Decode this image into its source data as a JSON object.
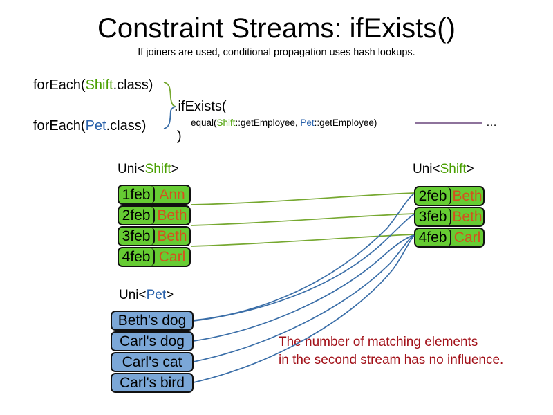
{
  "slide": {
    "title": "Constraint Streams: ifExists()",
    "subtitle": "If joiners are used, conditional propagation uses hash lookups."
  },
  "code": {
    "foreach_shift": {
      "prefix": "forEach(",
      "type": "Shift",
      "suffix": ".class)"
    },
    "foreach_pet": {
      "prefix": "forEach(",
      "type": "Pet",
      "suffix": ".class)"
    },
    "if_exists": ".ifExists(",
    "close_paren": ")",
    "equal": {
      "prefix": "equal(",
      "type_a": "Shift",
      "mid": "::getEmployee, ",
      "type_b": "Pet",
      "suffix": "::getEmployee)"
    },
    "ellipsis": "…"
  },
  "streams": {
    "left_shift": {
      "label_prefix": "Uni<",
      "label_type": "Shift",
      "label_suffix": ">",
      "rows": [
        {
          "date": "1feb",
          "name": "Ann"
        },
        {
          "date": "2feb",
          "name": "Beth"
        },
        {
          "date": "3feb",
          "name": "Beth"
        },
        {
          "date": "4feb",
          "name": "Carl"
        }
      ]
    },
    "right_shift": {
      "label_prefix": "Uni<",
      "label_type": "Shift",
      "label_suffix": ">",
      "rows": [
        {
          "date": "2feb",
          "name": "Beth"
        },
        {
          "date": "3feb",
          "name": "Beth"
        },
        {
          "date": "4feb",
          "name": "Carl"
        }
      ]
    },
    "pet": {
      "label_prefix": "Uni<",
      "label_type": "Pet",
      "label_suffix": ">",
      "rows": [
        {
          "text": "Beth's dog"
        },
        {
          "text": "Carl's dog"
        },
        {
          "text": "Carl's cat"
        },
        {
          "text": "Carl's bird"
        }
      ]
    }
  },
  "annotation": {
    "line1": "The number of matching elements",
    "line2": "in the second stream has no influence."
  },
  "colors": {
    "shift_green": "#66cc33",
    "shift_green_text": "#4aa002",
    "pet_blue": "#7ba7d7",
    "pet_blue_text": "#2a62ab",
    "name_orange": "#d4511e",
    "annotation_red": "#a21119",
    "wire_green": "#76a830",
    "wire_blue": "#3a6ea8",
    "joiner_line": "#7e5f8e",
    "box_border": "#111111"
  }
}
